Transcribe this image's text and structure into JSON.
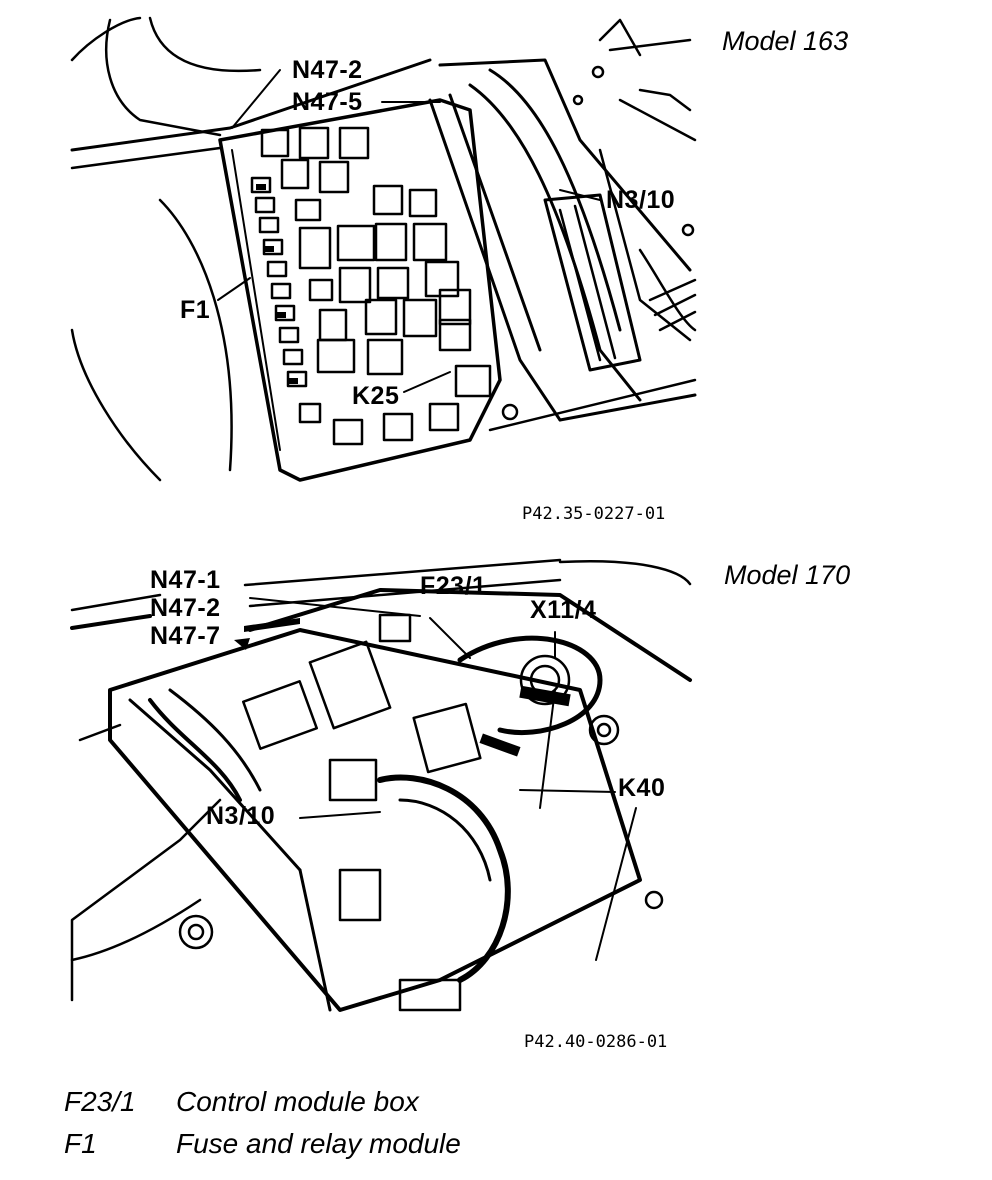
{
  "figures": [
    {
      "model": "Model 163",
      "code": "P42.35-0227-01",
      "callouts": [
        "N47-2",
        "N47-5",
        "N3/10",
        "F1",
        "K25"
      ]
    },
    {
      "model": "Model 170",
      "code": "P42.40-0286-01",
      "callouts": [
        "N47-1",
        "N47-2",
        "N47-7",
        "F23/1",
        "X11/4",
        "N3/10",
        "K40"
      ]
    }
  ],
  "legend": [
    {
      "key": "F23/1",
      "text": "Control module box"
    },
    {
      "key": "F1",
      "text": "Fuse and relay module"
    }
  ]
}
